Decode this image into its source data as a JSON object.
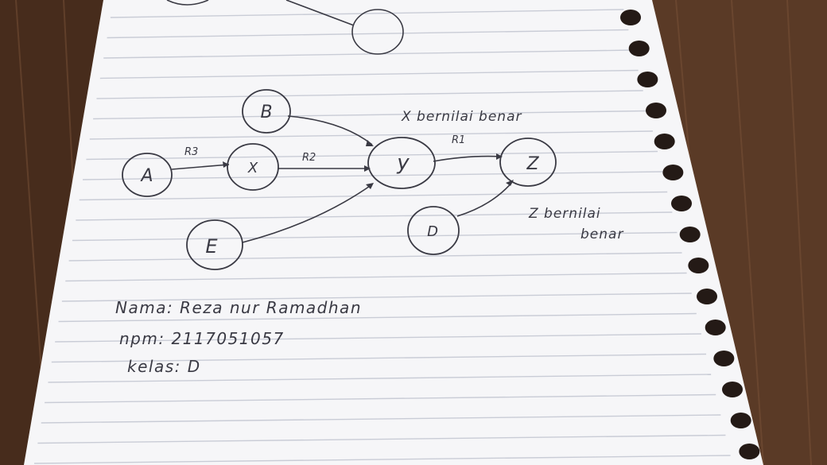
{
  "diagram": {
    "nodes": [
      {
        "id": "A",
        "label": "A"
      },
      {
        "id": "X",
        "label": "X"
      },
      {
        "id": "B",
        "label": "B"
      },
      {
        "id": "Y",
        "label": "y"
      },
      {
        "id": "Z",
        "label": "Z"
      },
      {
        "id": "E",
        "label": "E"
      },
      {
        "id": "D",
        "label": "D"
      }
    ],
    "edges": [
      {
        "from": "A",
        "to": "X",
        "label": "R3"
      },
      {
        "from": "X",
        "to": "Y",
        "label": "R2"
      },
      {
        "from": "B",
        "to": "Y",
        "label": ""
      },
      {
        "from": "E",
        "to": "Y",
        "label": ""
      },
      {
        "from": "Y",
        "to": "Z",
        "label": "R1"
      },
      {
        "from": "D",
        "to": "Z",
        "label": ""
      }
    ],
    "notes": {
      "x_true": "X bernilai benar",
      "z_true_line1": "Z bernilai",
      "z_true_line2": "benar"
    }
  },
  "signature": {
    "name_line": "Nama: Reza nur Ramadhan",
    "npm_line": "npm: 2117051057",
    "class_line": "kelas: D"
  },
  "colors": {
    "ink": "#3a3a44",
    "paper": "#f6f6f8",
    "ruled_line": "#c9ccd6",
    "wood": "#5a3a26"
  }
}
